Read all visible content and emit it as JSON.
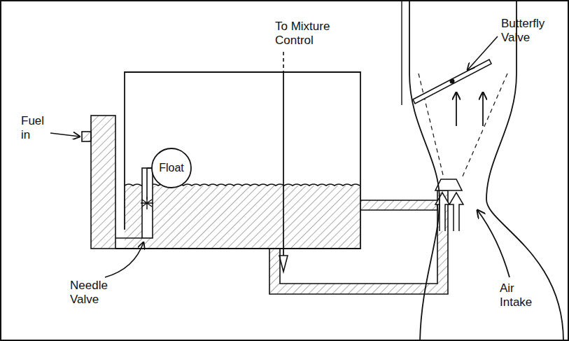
{
  "diagram": {
    "nodes": [
      {
        "text": [
          "Float"
        ]
      }
    ],
    "labels": [
      "Fuel in",
      "Needle Valve",
      "To Mixture Control",
      "Butterfly Valve",
      "Air Intake"
    ]
  }
}
